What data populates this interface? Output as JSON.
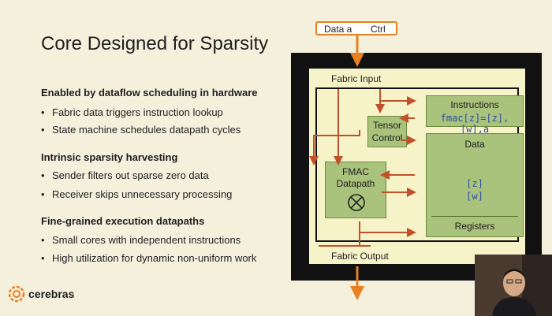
{
  "slide": {
    "title": "Core Designed for Sparsity",
    "sections": [
      {
        "heading": "Enabled by dataflow scheduling in hardware",
        "bullets": [
          "Fabric data triggers instruction lookup",
          "State machine schedules datapath cycles"
        ]
      },
      {
        "heading": "Intrinsic sparsity harvesting",
        "bullets": [
          "Sender filters out sparse zero data",
          "Receiver skips unnecessary processing"
        ]
      },
      {
        "heading": "Fine-grained execution datapaths",
        "bullets": [
          "Small cores with independent instructions",
          "High utilization for dynamic non-uniform work"
        ]
      }
    ],
    "logo_text": "cerebras"
  },
  "diagram": {
    "top_box": {
      "data_label": "Data a",
      "ctrl_label": "Ctrl"
    },
    "fabric_input": "Fabric Input",
    "fabric_output": "Fabric Output",
    "instructions": {
      "title": "Instructions",
      "code": "fmac[z]=[z],[w],a"
    },
    "tensor_control": [
      "Tensor",
      "Control"
    ],
    "data": {
      "title": "Data",
      "items": [
        "[z]",
        "[w]"
      ],
      "registers": "Registers"
    },
    "fmac": [
      "FMAC",
      "Datapath"
    ]
  },
  "colors": {
    "arrow": "#c0502a",
    "accent_orange": "#e87f22",
    "block_green": "#a9c27c",
    "bg": "#f5f0dc"
  }
}
